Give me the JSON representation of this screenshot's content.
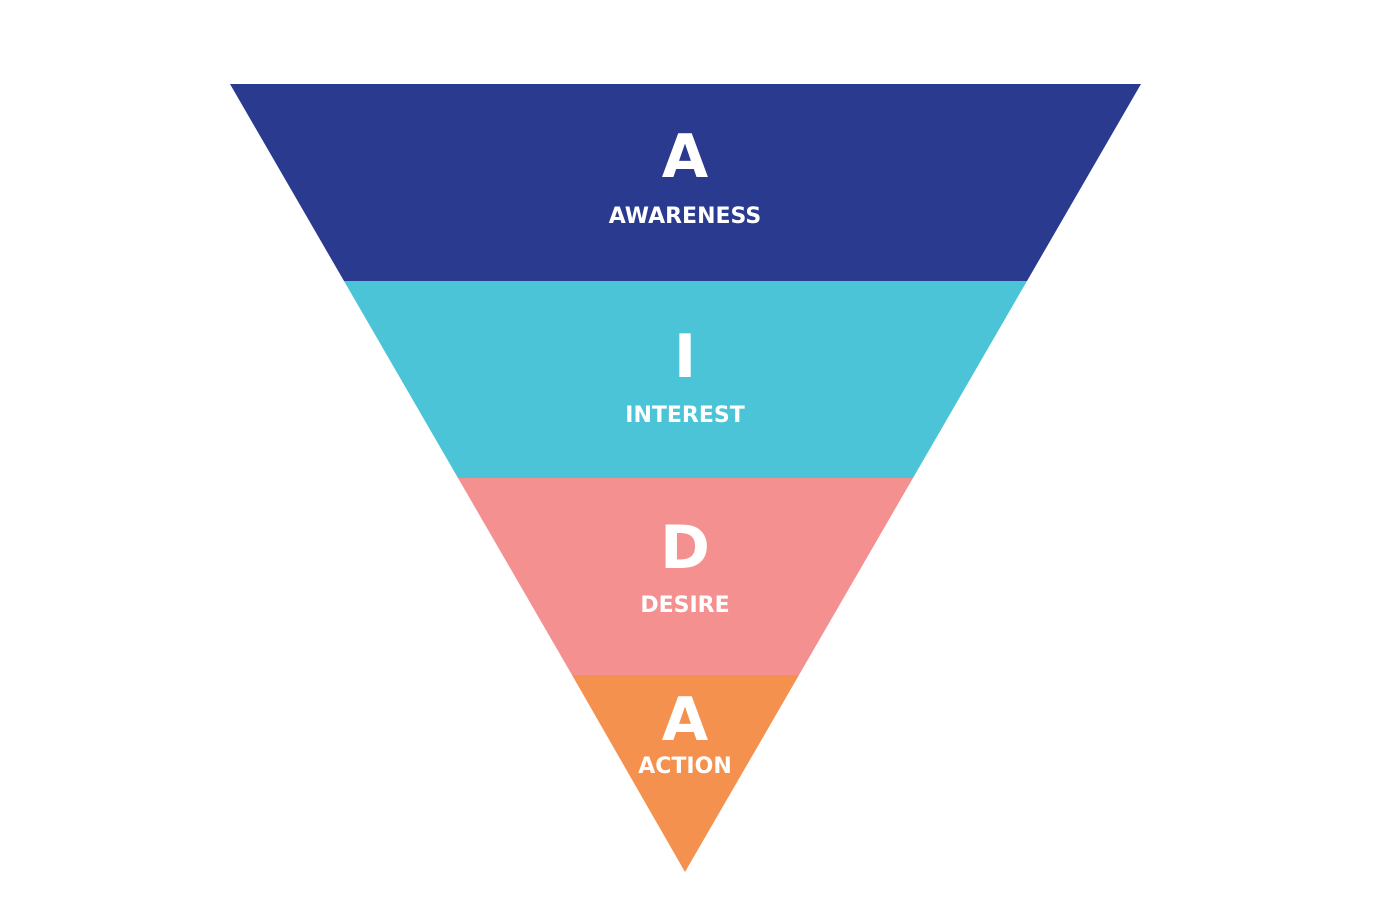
{
  "funnel": {
    "stages": [
      {
        "letter": "A",
        "label": "AWARENESS",
        "color": "#293A8F"
      },
      {
        "letter": "I",
        "label": "INTEREST",
        "color": "#4AC4D6"
      },
      {
        "letter": "D",
        "label": "DESIRE",
        "color": "#F49190"
      },
      {
        "letter": "A",
        "label": "ACTION",
        "color": "#F5914E"
      }
    ]
  }
}
